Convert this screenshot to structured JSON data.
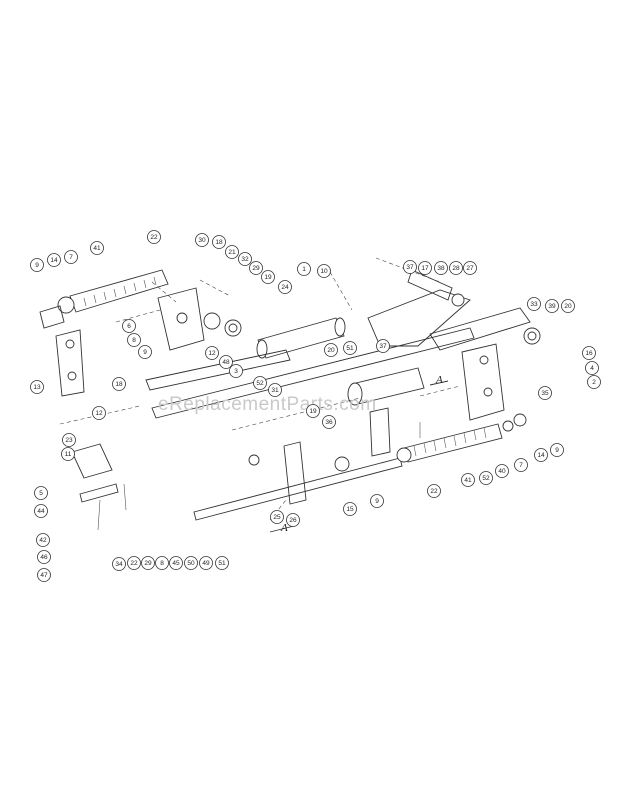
{
  "diagram": {
    "watermark": "eReplacementParts.com",
    "reference_mark": "A",
    "callouts": [
      "9",
      "14",
      "7",
      "41",
      "22",
      "30",
      "18",
      "21",
      "32",
      "29",
      "19",
      "24",
      "1",
      "10",
      "37",
      "17",
      "38",
      "28",
      "27",
      "33",
      "39",
      "20",
      "6",
      "8",
      "9",
      "12",
      "48",
      "3",
      "52",
      "31",
      "20",
      "51",
      "37",
      "16",
      "4",
      "2",
      "13",
      "18",
      "12",
      "23",
      "11",
      "5",
      "44",
      "42",
      "46",
      "47",
      "34",
      "22",
      "29",
      "8",
      "45",
      "50",
      "49",
      "51",
      "35",
      "19",
      "36",
      "15",
      "9",
      "26",
      "25",
      "22",
      "41",
      "52",
      "40",
      "7",
      "14",
      "9"
    ]
  }
}
